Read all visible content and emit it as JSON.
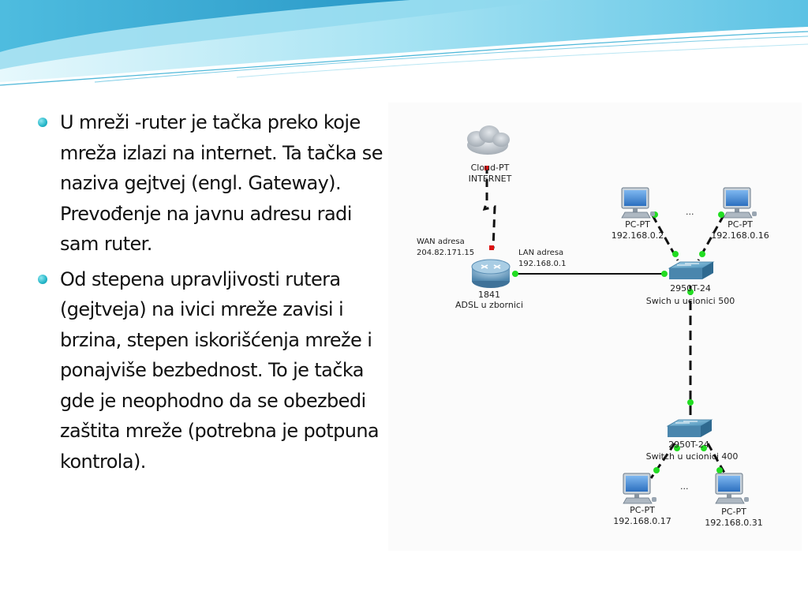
{
  "bullets": [
    "U mreži -ruter je tačka preko koje mreža izlazi na internet. Ta tačka se naziva gejtvej (engl. Gateway). Prevođenje na javnu adresu radi sam ruter.",
    "Od stepena upravljivosti rutera (gejtveja) na ivici mreže zavisi i brzina, stepen iskorišćenja mreže i ponajviše bezbednost. To je tačka gde je neophodno da se obezbedi zaštita mreže (potrebna je potpuna kontrola)."
  ],
  "diagram": {
    "cloud": {
      "type": "Cloud-PT",
      "name": "INTERNET"
    },
    "wan": {
      "label": "WAN adresa",
      "address": "204.82.171.15"
    },
    "lan": {
      "label": "LAN adresa",
      "address": "192.168.0.1"
    },
    "router": {
      "model": "1841",
      "name": "ADSL u zbornici"
    },
    "switch1": {
      "model": "2950T-24",
      "name": "Swich u ucionici 500"
    },
    "switch2": {
      "model": "2950T-24",
      "name": "Switch u ucionici 400"
    },
    "pcs": [
      {
        "type": "PC-PT",
        "ip": "192.168.0.2"
      },
      {
        "type": "PC-PT",
        "ip": "192.168.0.16"
      },
      {
        "type": "PC-PT",
        "ip": "192.168.0.17"
      },
      {
        "type": "PC-PT",
        "ip": "192.168.0.31"
      }
    ],
    "ellipsis": "..."
  },
  "colors": {
    "bullet": "#24b6c8",
    "wave_light": "#bfeef8",
    "wave_mid": "#69c9e6",
    "wave_dark": "#2b9fcc",
    "link_up": "#22dd22",
    "link_down": "#dd1111"
  }
}
